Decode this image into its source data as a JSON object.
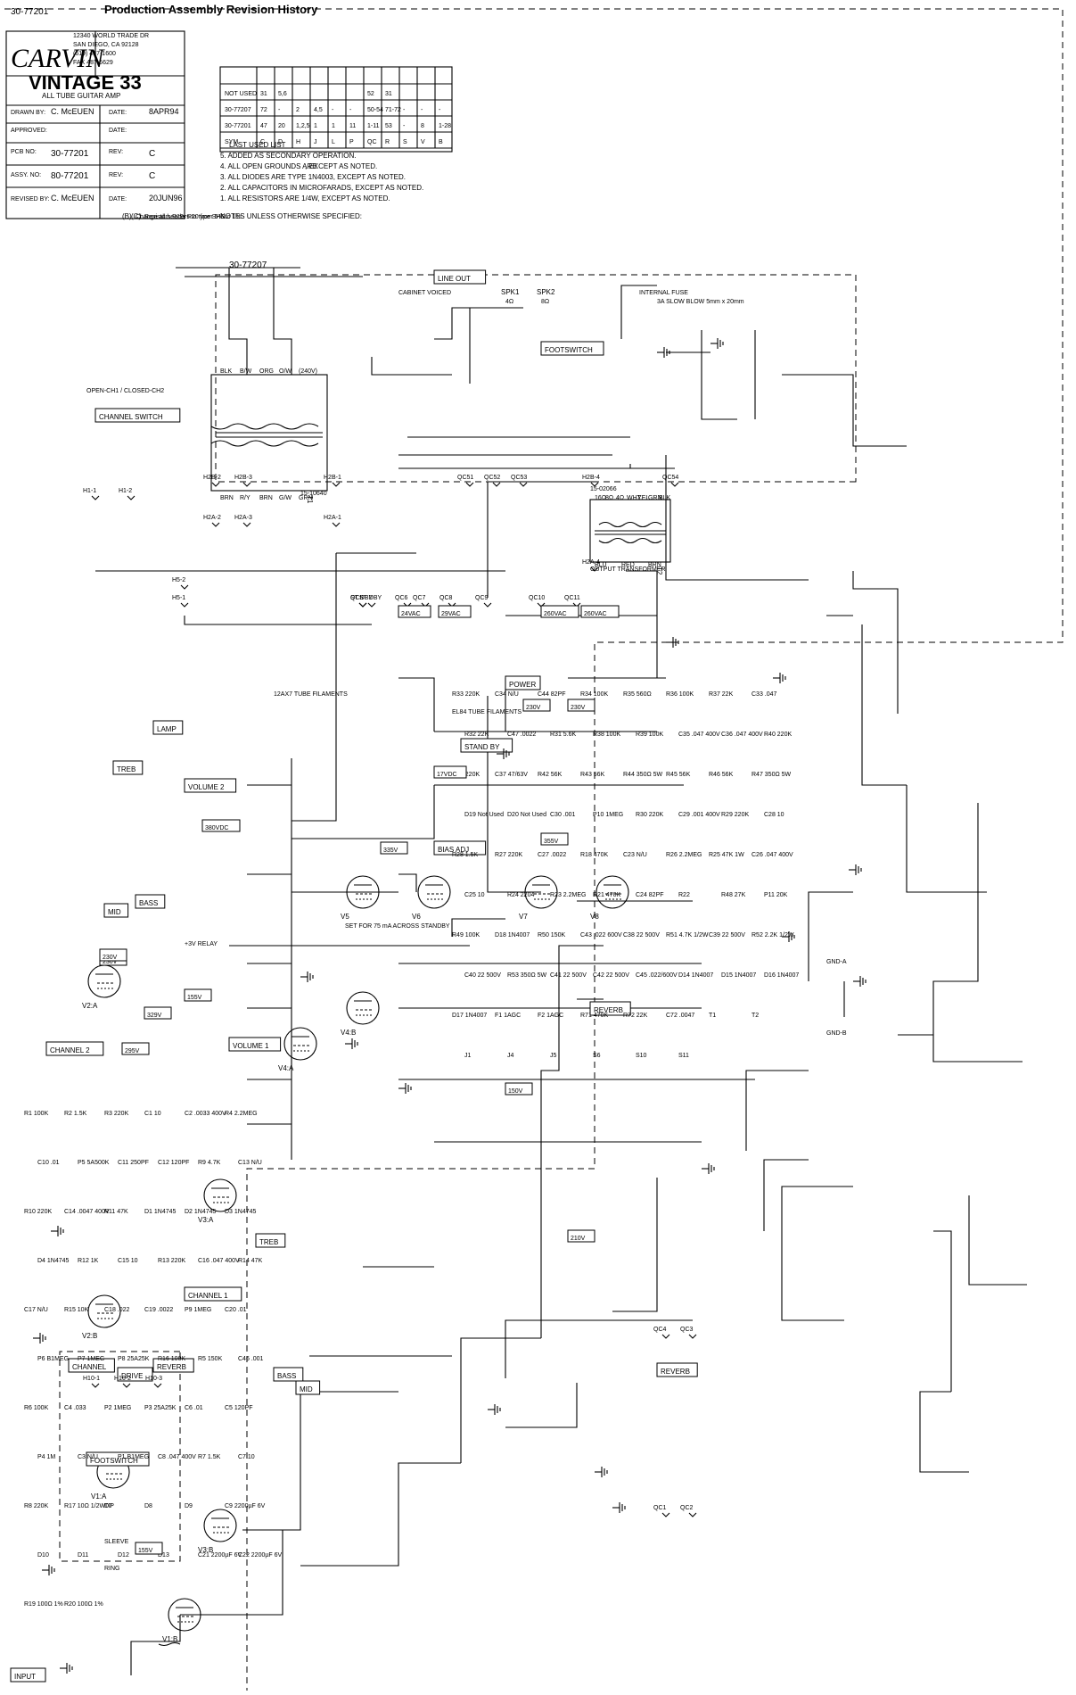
{
  "revision_history": {
    "title": "Production Assembly Revision History",
    "entries": [
      {
        "rev": "(B)",
        "text": "Change all headers to type SHS."
      },
      {
        "rev": "(C)",
        "text": "Resistors R19, R20 from 5% to 1%."
      }
    ]
  },
  "notes": {
    "title": "NOTES UNLESS OTHERWISE SPECIFIED:",
    "items": [
      "1.  ALL RESISTORS ARE 1/4W, EXCEPT AS NOTED.",
      "2.  ALL CAPACITORS IN MICROFARADS, EXCEPT AS NOTED.",
      "3.  ALL DIODES ARE TYPE 1N4003, EXCEPT AS NOTED.",
      "4.  ALL OPEN GROUNDS ARE",
      "5.  ADDED AS SECONDARY OPERATION."
    ],
    "item4_tail": ", EXCEPT AS NOTED."
  },
  "last_used_list": {
    "title": "LAST USED LIST",
    "headers": [
      "SYM",
      "30-77201",
      "30-77207",
      "NOT USED"
    ],
    "rows": [
      [
        "C",
        "47",
        "72",
        "31"
      ],
      [
        "D",
        "20",
        "-",
        "5,6"
      ],
      [
        "H",
        "1,2,5",
        "2",
        ""
      ],
      [
        "J",
        "1",
        "4,5",
        ""
      ],
      [
        "L",
        "1",
        "-",
        ""
      ],
      [
        "P",
        "11",
        "-",
        ""
      ],
      [
        "QC",
        "1-11",
        "50-54",
        "52"
      ],
      [
        "R",
        "53",
        "71-72",
        "31"
      ],
      [
        "S",
        "-",
        "-",
        ""
      ],
      [
        "V",
        "8",
        "-",
        ""
      ],
      [
        "B",
        "1-28",
        "-",
        ""
      ]
    ]
  },
  "title_block": {
    "company": "CARVIN",
    "address": [
      "12340 WORLD TRADE DR",
      "SAN DIEGO, CA 92128",
      "(619) 487-1600",
      "FAX 487-6629"
    ],
    "product": "VINTAGE 33",
    "subtitle": "ALL TUBE GUITAR AMP",
    "drawn_by_label": "DRAWN BY:",
    "drawn_by": "C. McEUEN",
    "date_label": "DATE:",
    "date1": "8APR94",
    "approved_label": "APPROVED:",
    "pcb_label": "PCB NO:",
    "pcb_no": "30-77201",
    "rev_label": "REV:",
    "rev1": "C",
    "assy_label": "ASSY. NO:",
    "assy_no": "80-77201",
    "rev2": "C",
    "revised_by_label": "REVISED BY:",
    "revised_by": "C. McEUEN",
    "date3": "20JUN96"
  },
  "boards": {
    "main": "30-77201",
    "output": "30-77207"
  },
  "sections": {
    "input": "INPUT",
    "channel1": "CHANNEL 1",
    "channel2": "CHANNEL 2",
    "drive": "DRIVE",
    "volume1": "VOLUME 1",
    "volume2": "VOLUME 2",
    "treb1": "TREB",
    "treb2": "TREB",
    "bass1": "BASS",
    "bass2": "BASS",
    "mid1": "MID",
    "mid2": "MID",
    "reverb": "REVERB",
    "reverb_tank": "REVERB",
    "lamp": "LAMP",
    "channel_switch": "CHANNEL SWITCH",
    "channel_switch_note": "OPEN-CH1 / CLOSED-CH2",
    "line_out": "LINE OUT",
    "cabinet_voiced": "CABINET VOICED",
    "footswitch_jack": "FOOTSWITCH",
    "spk1": "SPK1",
    "spk1_ohm": "4Ω",
    "spk2": "SPK2",
    "spk2_ohm": "8Ω",
    "output_transformer": "OUTPUT TRANSFORMER",
    "ot_part": "15-02066",
    "power_transformer_part": "15-10640",
    "power": "POWER",
    "fuse_note": "3A SLOW BLOW 5mm x 20mm",
    "internal_fuse": "INTERNAL FUSE",
    "standby": "STAND BY",
    "bias_adj": "BIAS ADJ",
    "bias_note": "SET FOR 75 mA ACROSS STANDBY",
    "el84_fil": "EL84 TUBE FILAMENTS",
    "tube_fil": "12AX7 TUBE FILAMENTS",
    "relay": "+3V RELAY",
    "footswitch_box": "FOOTSWITCH",
    "fs_channel": "CHANNEL",
    "fs_reverb": "REVERB",
    "tip": "TIP",
    "sleeve": "SLEEVE",
    "ring": "RING",
    "gnd_a": "GND-A",
    "gnd_b": "GND-B"
  },
  "voltages": [
    "155V",
    "230V",
    "295V",
    "230V",
    "155V",
    "150V",
    "210V",
    "230V",
    "230V",
    "17VDC",
    "335V",
    "355V",
    "380VDC",
    "329V",
    "24VAC",
    "29VAC",
    "260VAC",
    "260VAC"
  ],
  "tubes": [
    "V1:A",
    "V1:B",
    "V2:A",
    "V2:B",
    "V3:A",
    "V3:B",
    "V4:A",
    "V4:B",
    "V5",
    "V6",
    "V7",
    "V8"
  ],
  "components_ch": [
    "R1 100K",
    "R2 1.5K",
    "R3 220K",
    "C1 10",
    "C2 .0033 400V",
    "R4 2.2MEG",
    "C10 .01",
    "P5 5A500K",
    "C11 250PF",
    "C12 120PF",
    "R9 4.7K",
    "C13 N/U",
    "R10 220K",
    "C14 .0047 400V",
    "R11 47K",
    "D1 1N4745",
    "D2 1N4745",
    "D3 1N4745",
    "D4 1N4745",
    "R12 1K",
    "C15 10",
    "R13 220K",
    "C16 .047 400V",
    "R14 47K",
    "C17 N/U",
    "R15 10K",
    "C18 .022",
    "C19 .0022",
    "P9 1MEG",
    "C20 .01",
    "P6 B1MEG",
    "P7 1MEG",
    "P8 25A25K",
    "R16 100K",
    "R5 150K",
    "C46 .001",
    "R6 100K",
    "C4 .033",
    "P2 1MEG",
    "P3 25A25K",
    "C6 .01",
    "C5 120PF",
    "P4 1M",
    "C3 N/U",
    "P1 B1MEG",
    "C8 .047 400V",
    "R7 1.5K",
    "C7 10",
    "R8 220K",
    "R17 10Ω 1/2W",
    "D7",
    "D8",
    "D9",
    "C9 2200µF 6V",
    "D10",
    "D11",
    "D12",
    "D13",
    "C21 2200µF 6V",
    "C22 2200µF 6V",
    "R19 100Ω 1%",
    "R20 100Ω 1%"
  ],
  "components_pa": [
    "R33 220K",
    "C34 N/U",
    "C44 82PF",
    "R34 100K",
    "R35 560Ω",
    "R36 100K",
    "R37 22K",
    "C33 .047",
    "R32 22K",
    "C47 .0022",
    "R31 5.6K",
    "R38 100K",
    "R39 100K",
    "C35 .047 400V",
    "C36 .047 400V",
    "R40 220K",
    "R41 220K",
    "C37 47/63V",
    "R42 56K",
    "R43 56K",
    "R44 350Ω 5W",
    "R45 56K",
    "R46 56K",
    "R47 350Ω 5W",
    "D19 Not Used",
    "D20 Not Used",
    "C30 .001",
    "P10 1MEG",
    "R30 220K",
    "C29 .001 400V",
    "R29 220K",
    "C28 10",
    "R28 1.5K",
    "R27 220K",
    "C27 .0022",
    "R18 470K",
    "C23 N/U",
    "R26 2.2MEG",
    "R25 47K 1W",
    "C26 .047 400V",
    "C25 10",
    "R24 2204",
    "R23 2.2MEG",
    "R21 470K",
    "C24 82PF",
    "R22",
    "R48 27K",
    "P11 20K",
    "R49 100K",
    "D18 1N4007",
    "R50 150K",
    "C43 .022 600V",
    "C38 22 500V",
    "R51 4.7K 1/2W",
    "C39 22 500V",
    "R52 2.2K 1/2W",
    "C40 22 500V",
    "R53 350Ω 5W",
    "C41 22 500V",
    "C42 22 500V",
    "C45 .022/600V",
    "D14 1N4007",
    "D15 1N4007",
    "D16 1N4007",
    "D17 1N4007",
    "F1 1AGC",
    "F2 1AGC",
    "R71 470K",
    "R72 22K",
    "C72 .0047",
    "T1",
    "T2",
    "J1",
    "J4",
    "J5",
    "S6",
    "S10",
    "S11"
  ],
  "connectors": [
    "H1-1",
    "H1-2",
    "H2A-2",
    "H2A-3",
    "H2B-2",
    "H2B-3",
    "H2A-1",
    "H2B-1",
    "H2A-4",
    "H2B-4",
    "H5-1",
    "H5-2",
    "H10-1",
    "H10-2",
    "H10-3",
    "QC1",
    "QC2",
    "QC3",
    "QC4",
    "QC5",
    "QC6",
    "QC7",
    "QC8",
    "QC9",
    "QC10",
    "QC11",
    "QC51",
    "QC52",
    "QC53",
    "QC54",
    "ST DBY",
    "ST DBY"
  ],
  "ot_taps": [
    "16Ω",
    "8Ω",
    "4Ω",
    "WHT",
    "YEL",
    "GRN",
    "BLK",
    "BLU",
    "RED",
    "BRN"
  ],
  "pt_taps": [
    "BLK",
    "B/W",
    "ORG",
    "O/W",
    "(240V)",
    "BRN",
    "R/Y",
    "BRN",
    "G/W",
    "GRN"
  ],
  "colors": {
    "ink": "#000000",
    "paper": "#ffffff"
  }
}
